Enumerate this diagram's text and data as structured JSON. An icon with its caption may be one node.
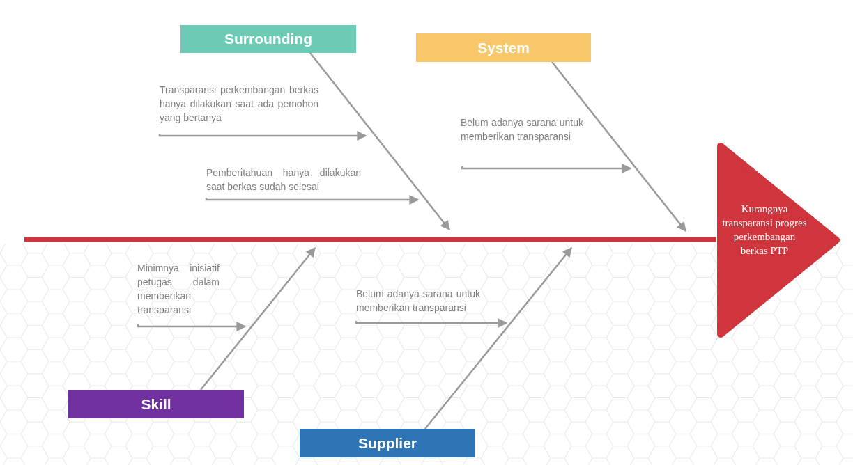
{
  "diagram": {
    "nodes": [
      {
        "text": [
          "Surrounding"
        ]
      },
      {
        "text": [
          "System"
        ]
      },
      {
        "text": [
          "Skill"
        ]
      },
      {
        "text": [
          "Supplier"
        ]
      },
      {
        "text": [
          "Kurangnya transparansi progres perkembangan berkas PTP"
        ]
      },
      {
        "text": [
          "Transparansi perkembangan berkas hanya dilakukan saat ada pemohon yang bertanya"
        ]
      },
      {
        "text": [
          "Pemberitahuan hanya dilakukan saat berkas sudah selesai"
        ]
      },
      {
        "text": [
          "Belum adanya sarana untuk memberikan transparansi"
        ]
      },
      {
        "text": [
          "Minimnya inisiatif petugas dalam memberikan transparansi"
        ]
      },
      {
        "text": [
          "Belum adanya sarana untuk memberikan transparansi"
        ]
      }
    ],
    "edges": [
      {
        "from": null,
        "to": 4,
        "arrow": "none",
        "style": "thick",
        "color": "#d0343c"
      },
      {
        "from": 0,
        "to": null,
        "arrow": "to"
      },
      {
        "from": 1,
        "to": null,
        "arrow": "to"
      },
      {
        "from": 2,
        "to": null,
        "arrow": "to"
      },
      {
        "from": 3,
        "to": null,
        "arrow": "to"
      },
      {
        "from": 5,
        "to": null,
        "arrow": "to"
      },
      {
        "from": 6,
        "to": null,
        "arrow": "to"
      },
      {
        "from": 7,
        "to": null,
        "arrow": "to"
      },
      {
        "from": 8,
        "to": null,
        "arrow": "to"
      },
      {
        "from": 9,
        "to": null,
        "arrow": "to"
      }
    ]
  }
}
